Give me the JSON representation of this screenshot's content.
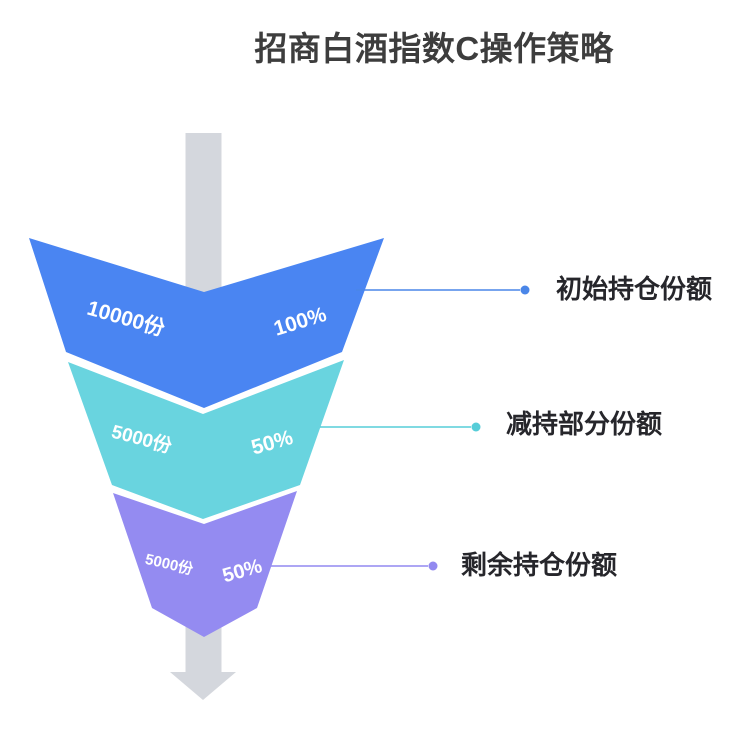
{
  "title": "招商白酒指数C操作策略",
  "chart_data": {
    "type": "funnel",
    "title": "招商白酒指数C操作策略",
    "orientation": "top-to-bottom",
    "flow_arrow_color": "#D4D7DD",
    "stages": [
      {
        "label": "初始持仓份额",
        "shares": "10000份",
        "percent": "100%",
        "color": "#4A85F2",
        "callout_color": "#4A86E8"
      },
      {
        "label": "减持部分份额",
        "shares": "5000份",
        "percent": "50%",
        "color": "#69D4DF",
        "callout_color": "#56CDD8"
      },
      {
        "label": "剩余持仓份额",
        "shares": "5000份",
        "percent": "50%",
        "color": "#948BF1",
        "callout_color": "#9289F0"
      }
    ]
  }
}
